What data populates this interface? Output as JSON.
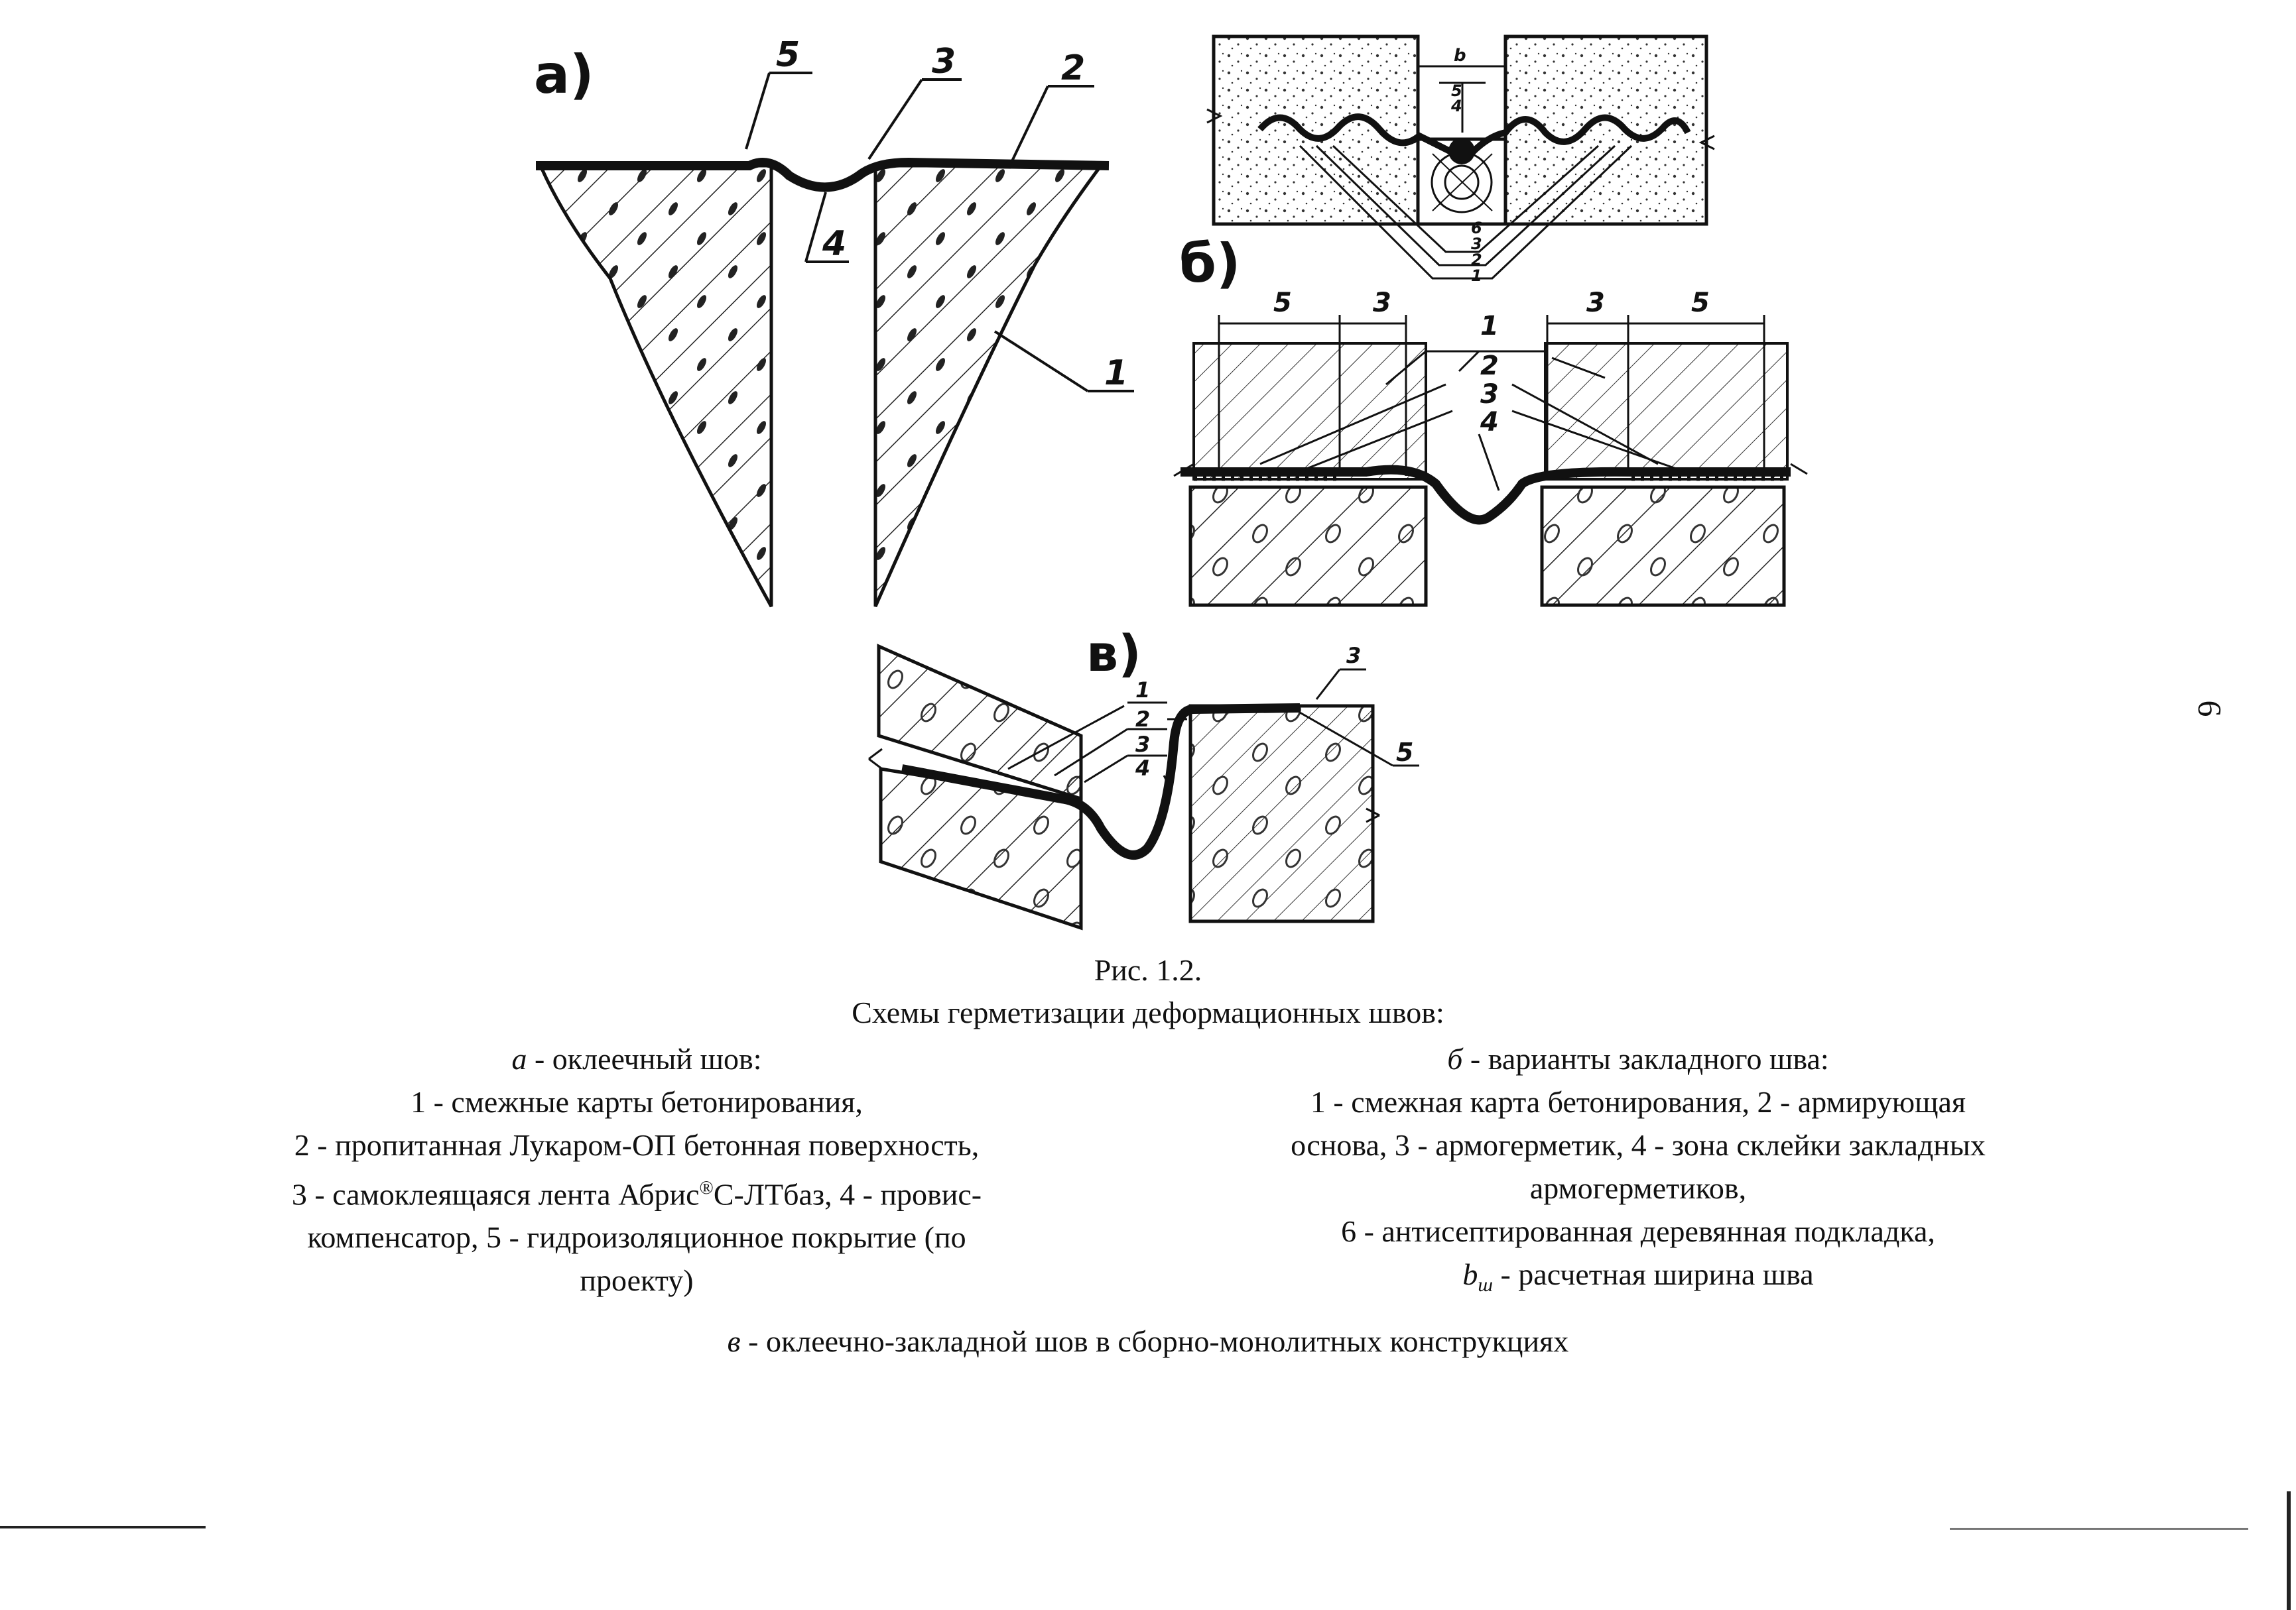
{
  "figure": {
    "panel_labels": {
      "a": "а)",
      "b": "б)",
      "v": "в)"
    },
    "callouts": {
      "a": {
        "c5": "5",
        "c3": "3",
        "c2": "2",
        "c4": "4",
        "c1": "1"
      },
      "b_top": {
        "b_dim": "b",
        "c5": "5",
        "c4": "4",
        "c6": "6",
        "c3": "3",
        "c2": "2",
        "c1": "1"
      },
      "b_main": {
        "d5_left": "5",
        "d3_left": "3",
        "d3_right": "3",
        "d5_right": "5",
        "c1": "1",
        "c2": "2",
        "c3": "3",
        "c4": "4"
      },
      "v": {
        "c1": "1",
        "c2": "2",
        "c3": "3",
        "c4": "4",
        "c3_right": "3",
        "c5_right": "5"
      }
    }
  },
  "caption": {
    "fig_number": "Рис. 1.2.",
    "title": "Схемы герметизации деформационных швов:",
    "a": {
      "key": "а",
      "heading": " - оклеечный шов:",
      "line1": "1 - смежные карты бетонирования,",
      "line2": "2 - пропитанная Лукаром-ОП бетонная поверхность,",
      "line3_pre": "3 - самоклеящаяся лента Абрис",
      "line3_sup": "®",
      "line3_post": "С-ЛТбаз, 4 - провис-",
      "line4": "компенсатор, 5 - гидроизоляционное покрытие (по",
      "line5": "проекту)"
    },
    "b": {
      "key": "б",
      "heading": " - варианты закладного шва:",
      "line1": "1 - смежная карта бетонирования, 2 - армирующая",
      "line2": "основа, 3 - армогерметик, 4 - зона склейки закладных",
      "line3": "армогерметиков,",
      "line4": "6 - антисептированная деревянная подкладка,",
      "line5_var": "b",
      "line5_sub": "ш",
      "line5_post": " - расчетная ширина шва"
    },
    "v": {
      "key": "в",
      "text": " - оклеечно-закладной шов в сборно-монолитных конструкциях"
    }
  },
  "page_number": "6"
}
